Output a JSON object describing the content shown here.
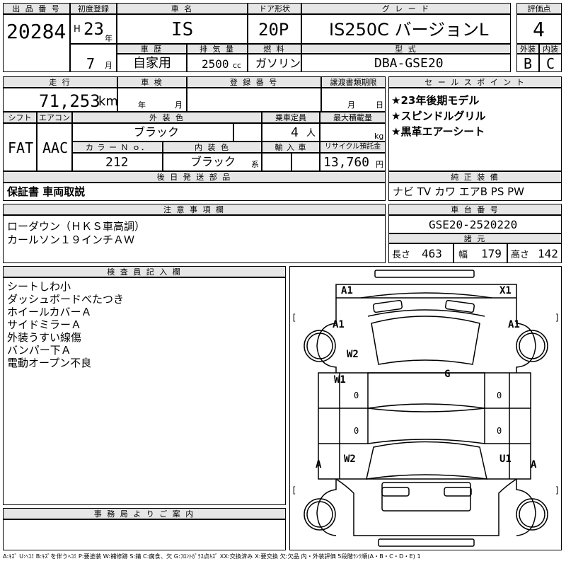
{
  "headers": {
    "lot_no": "出 品 番 号",
    "first_reg": "初度登録",
    "car_name": "車 名",
    "door_type": "ドア形状",
    "grade": "グ レ ー ド",
    "rating": "評価点",
    "history": "車 歴",
    "displacement": "排 気 量",
    "fuel": "燃 料",
    "model_code": "型 式",
    "exterior": "外装",
    "interior": "内装",
    "mileage": "走 行",
    "inspection": "車 検",
    "reg_no": "登 録 番 号",
    "transfer_deadline": "譲渡書類期限",
    "sales_points": "セ ー ル ス ポ イ ン ト",
    "shift": "シフト",
    "aircon": "エアコン",
    "ext_color": "外 装 色",
    "capacity": "乗車定員",
    "max_load": "最大積載量",
    "color_no": "カ ラ ー Ｎ ｏ．",
    "int_color": "内 装 色",
    "import": "輸 入 車",
    "recycle_fee": "リサイクル預託金",
    "later_parts": "後 日 発 送 部 品",
    "genuine_equipment": "純 正 装 備",
    "notes": "注 意 事 項 欄",
    "chassis_no": "車 台 番 号",
    "specs": "諸 元",
    "inspector_notes": "検 査 員 記 入 欄",
    "office_info": "事 務 局 よ り ご 案 内"
  },
  "vehicle": {
    "lot_no": "20284",
    "era": "H",
    "year": "23",
    "year_unit": "年",
    "month": "7",
    "month_unit": "月",
    "name": "IS",
    "door_type": "20P",
    "grade": "IS250C バージョンL",
    "rating": "4",
    "history": "自家用",
    "displacement": "2500",
    "displacement_unit": "cc",
    "fuel": "ガソリン",
    "model_code": "DBA-GSE20",
    "exterior_grade": "B",
    "interior_grade": "C",
    "mileage": "71,253",
    "mileage_unit": "km",
    "inspection_year_unit": "年",
    "inspection_month_unit": "月",
    "transfer_month_unit": "月",
    "transfer_day_unit": "日",
    "shift": "FAT",
    "aircon": "AAC",
    "ext_color": "ブラック",
    "capacity": "4",
    "capacity_unit": "人",
    "max_load_unit": "kg",
    "color_no": "212",
    "int_color": "ブラック",
    "int_color_suffix": "系",
    "recycle_fee": "13,760",
    "recycle_unit": "円",
    "chassis_no": "GSE20-2520220",
    "length_label": "長さ",
    "length": "463",
    "width_label": "幅",
    "width": "179",
    "height_label": "高さ",
    "height": "142"
  },
  "sales_points": [
    "★23年後期モデル",
    "★スピンドルグリル",
    "★黒革エアーシート"
  ],
  "later_parts": "保証書 車両取説",
  "genuine_equipment": "ナビ TV カワ エアB PS PW",
  "notes": [
    "ローダウン（ＨＫＳ車高調）",
    "カールソン１９インチＡＷ"
  ],
  "inspector_notes": [
    "シートしわ小",
    "ダッシュボードべたつき",
    "ホイールカバーＡ",
    "サイドミラーＡ",
    "外装うすい線傷",
    "バンパー下Ａ",
    "電動オープン不良"
  ],
  "diagram_labels": {
    "front_left": "A1",
    "front_right": "X1",
    "left_front_wheel": "A1",
    "right_front_wheel": "A1",
    "left_front_door": "W2",
    "left_door": "W1",
    "roof": "G",
    "left_rear": "W2",
    "right_rear": "U1",
    "left_rear_wheel": "A",
    "right_rear_wheel": "A",
    "zero_a": "0",
    "zero_b": "0",
    "zero_c": "0",
    "zero_d": "0",
    "bracket_open": "[",
    "bracket_close": "]"
  },
  "legend": "A:ｷｽﾞ U:ﾍｺﾐ B:ｷｽﾞを伴うﾍｺﾐ P:要塗装 W:補修跡 S:錆 C:腐食、欠 G:ﾌﾛﾝﾄｶﾞﾗｽ点ｷｽﾞ XX:交換済み X:要交換 欠:欠品 内・外装評価 5段階ﾗﾝｸ順(A・B・C・D・E) 1"
}
